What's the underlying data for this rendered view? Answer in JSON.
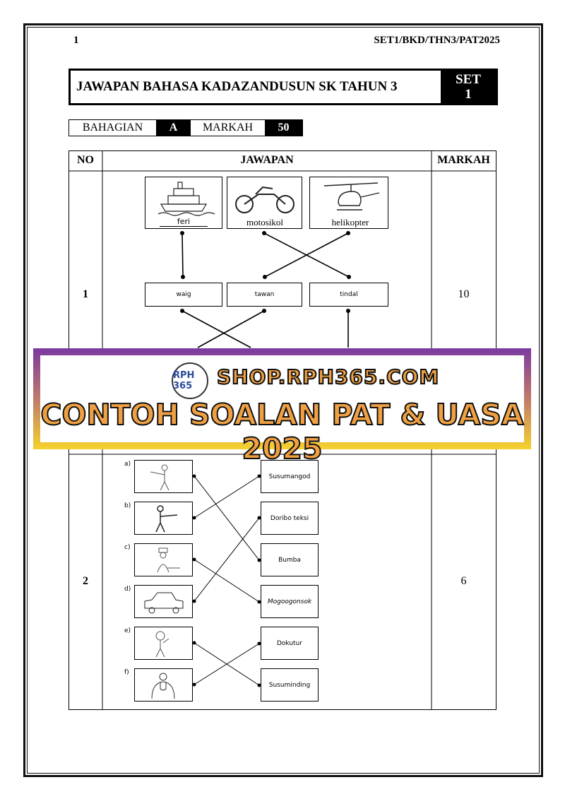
{
  "page_number": "1",
  "doc_code": "SET1/BKD/THN3/PAT2025",
  "title": "JAWAPAN BAHASA KADAZANDUSUN SK TAHUN 3",
  "set": {
    "label": "SET",
    "number": "1"
  },
  "section": {
    "label": "BAHAGIAN",
    "value": "A",
    "marks_label": "MARKAH",
    "marks_value": "50"
  },
  "table": {
    "headers": {
      "no": "NO",
      "answer": "JAWAPAN",
      "marks": "MARKAH"
    },
    "rows": [
      {
        "no": "1",
        "marks": "10",
        "pictures": [
          "feri",
          "motosikol",
          "helikopter"
        ],
        "words": [
          "waig",
          "tawan",
          "tindal"
        ]
      },
      {
        "no": "2",
        "marks": "6",
        "letters": [
          "a)",
          "b)",
          "c)",
          "d)",
          "e)",
          "f)"
        ],
        "pictures": [
          "firefighter",
          "soldier",
          "chef",
          "taxi",
          "singer",
          "doctor"
        ],
        "answers": [
          "Susumangod",
          "Doribo teksi",
          "Bumba",
          "Mogoogonsok",
          "Dokutur",
          "Susuminding"
        ]
      }
    ]
  },
  "banner": {
    "logo": "RPH 365",
    "site": "SHOP.RPH365.COM",
    "headline": "CONTOH SOALAN PAT & UASA 2025"
  }
}
